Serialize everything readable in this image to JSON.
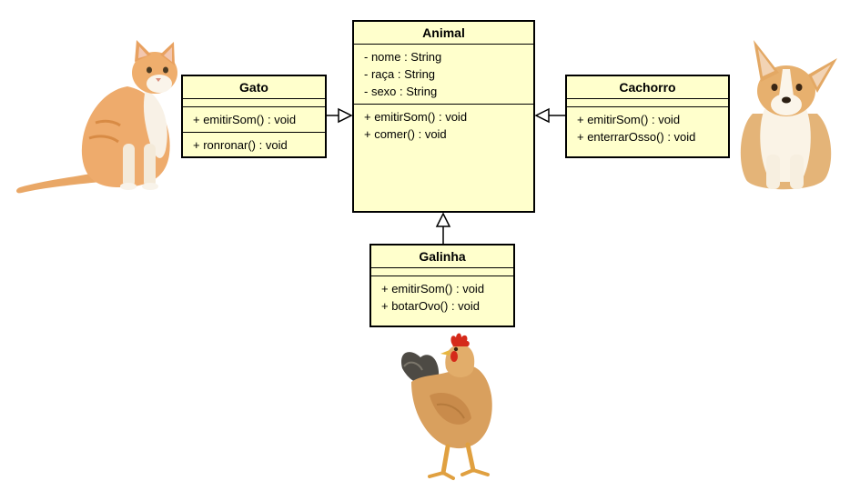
{
  "colors": {
    "class_fill": "#ffffcc",
    "border": "#000000",
    "background": "#ffffff"
  },
  "classes": {
    "animal": {
      "name": "Animal",
      "attributes": [
        "- nome : String",
        "- raça : String",
        "- sexo : String"
      ],
      "methods": [
        "+ emitirSom() : void",
        "+ comer() : void"
      ]
    },
    "gato": {
      "name": "Gato",
      "attributes": [],
      "methods": [
        "+ emitirSom() : void",
        "+ ronronar() : void"
      ]
    },
    "cachorro": {
      "name": "Cachorro",
      "attributes": [],
      "methods": [
        "+ emitirSom() : void",
        "+ enterrarOsso() : void"
      ]
    },
    "galinha": {
      "name": "Galinha",
      "attributes": [],
      "methods": [
        "+ emitirSom() : void",
        "+ botarOvo() : void"
      ]
    }
  },
  "relationships": [
    {
      "type": "generalization",
      "from": "Gato",
      "to": "Animal"
    },
    {
      "type": "generalization",
      "from": "Cachorro",
      "to": "Animal"
    },
    {
      "type": "generalization",
      "from": "Galinha",
      "to": "Animal"
    }
  ],
  "images": [
    {
      "name": "cat-photo",
      "depicts": "orange and white cat"
    },
    {
      "name": "dog-photo",
      "depicts": "corgi dog"
    },
    {
      "name": "chicken-photo",
      "depicts": "chicken"
    }
  ]
}
